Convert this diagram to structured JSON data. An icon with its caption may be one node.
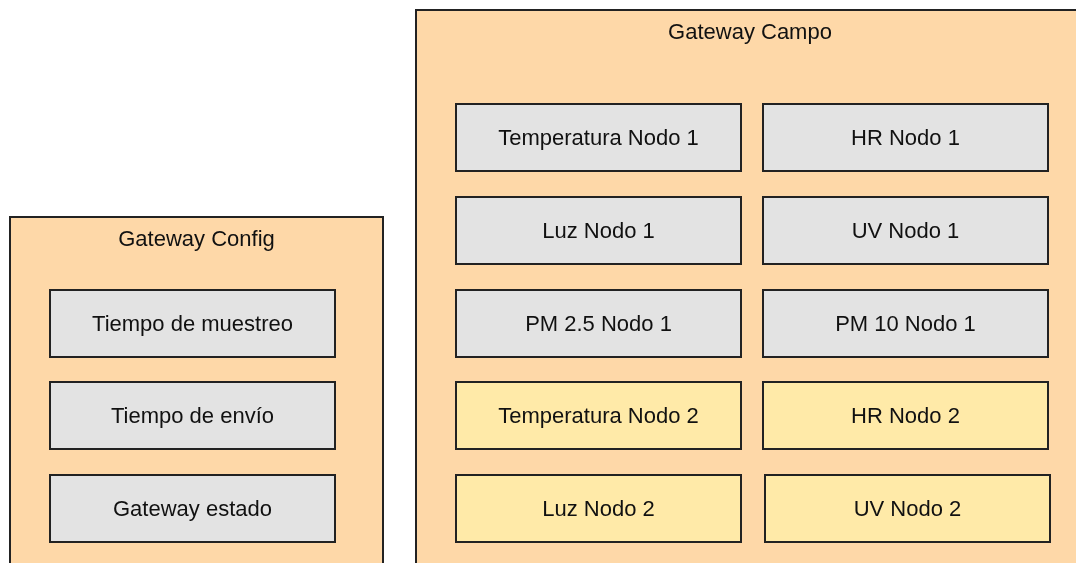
{
  "diagram": {
    "nodes": [
      {
        "text": [
          "Gateway Config"
        ]
      },
      {
        "text": [
          "Tiempo de muestreo"
        ],
        "in": 0
      },
      {
        "text": [
          "Tiempo de envío"
        ],
        "in": 0
      },
      {
        "text": [
          "Gateway estado"
        ],
        "in": 0
      },
      {
        "text": [
          "Gateway Campo"
        ]
      },
      {
        "text": [
          "Temperatura Nodo 1"
        ],
        "in": 4
      },
      {
        "text": [
          "HR Nodo 1"
        ],
        "in": 4
      },
      {
        "text": [
          "Luz Nodo 1"
        ],
        "in": 4
      },
      {
        "text": [
          "UV Nodo 1"
        ],
        "in": 4
      },
      {
        "text": [
          "PM 2.5 Nodo 1"
        ],
        "in": 4
      },
      {
        "text": [
          "PM 10 Nodo 1"
        ],
        "in": 4
      },
      {
        "text": [
          "Temperatura Nodo 2"
        ],
        "in": 4
      },
      {
        "text": [
          "HR Nodo 2"
        ],
        "in": 4
      },
      {
        "text": [
          "Luz Nodo 2"
        ],
        "in": 4
      },
      {
        "text": [
          "UV Nodo 2"
        ],
        "in": 4
      }
    ],
    "edges": []
  }
}
